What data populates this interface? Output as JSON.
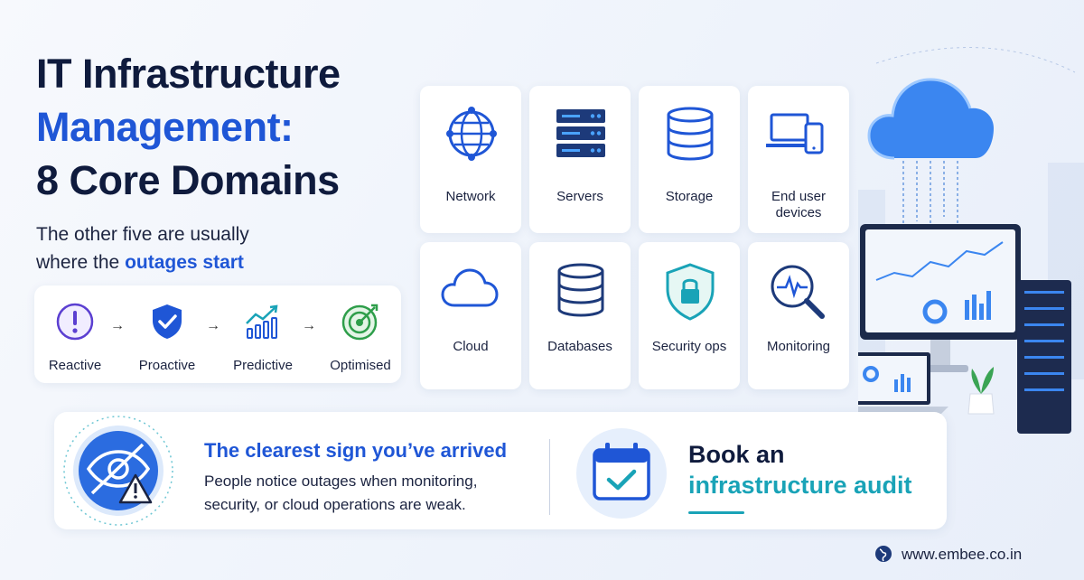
{
  "title": {
    "line1": "IT Infrastructure",
    "line2": "Management:",
    "line3": "8 Core Domains"
  },
  "subtitle": {
    "line1": "The other five are usually",
    "line2_prefix": "where the ",
    "line2_highlight": "outages start"
  },
  "maturity": {
    "stages": [
      {
        "label": "Reactive",
        "icon": "exclamation-icon"
      },
      {
        "label": "Proactive",
        "icon": "shield-check-icon"
      },
      {
        "label": "Predictive",
        "icon": "trend-chart-icon"
      },
      {
        "label": "Optimised",
        "icon": "target-icon"
      }
    ],
    "arrow": "→"
  },
  "domains": [
    {
      "label": "Network",
      "icon": "network-globe-icon"
    },
    {
      "label": "Servers",
      "icon": "server-rack-icon"
    },
    {
      "label": "Storage",
      "icon": "storage-stack-icon"
    },
    {
      "label": "End user devices",
      "icon": "devices-icon"
    },
    {
      "label": "Cloud",
      "icon": "cloud-icon"
    },
    {
      "label": "Databases",
      "icon": "database-icon"
    },
    {
      "label": "Security ops",
      "icon": "shield-lock-icon"
    },
    {
      "label": "Monitoring",
      "icon": "magnifier-pulse-icon"
    }
  ],
  "sign": {
    "heading": "The clearest sign you’ve arrived",
    "line1": "People notice outages when monitoring,",
    "line2": "security, or cloud operations are weak."
  },
  "cta": {
    "line1": "Book an",
    "line2": "infrastructure audit"
  },
  "footer": {
    "website": "www.embee.co.in"
  },
  "colors": {
    "primary": "#1f56d6",
    "dark": "#0f1b3d",
    "accent": "#19a3b7",
    "purple": "#5b3fd1",
    "green": "#2e9e4a"
  }
}
